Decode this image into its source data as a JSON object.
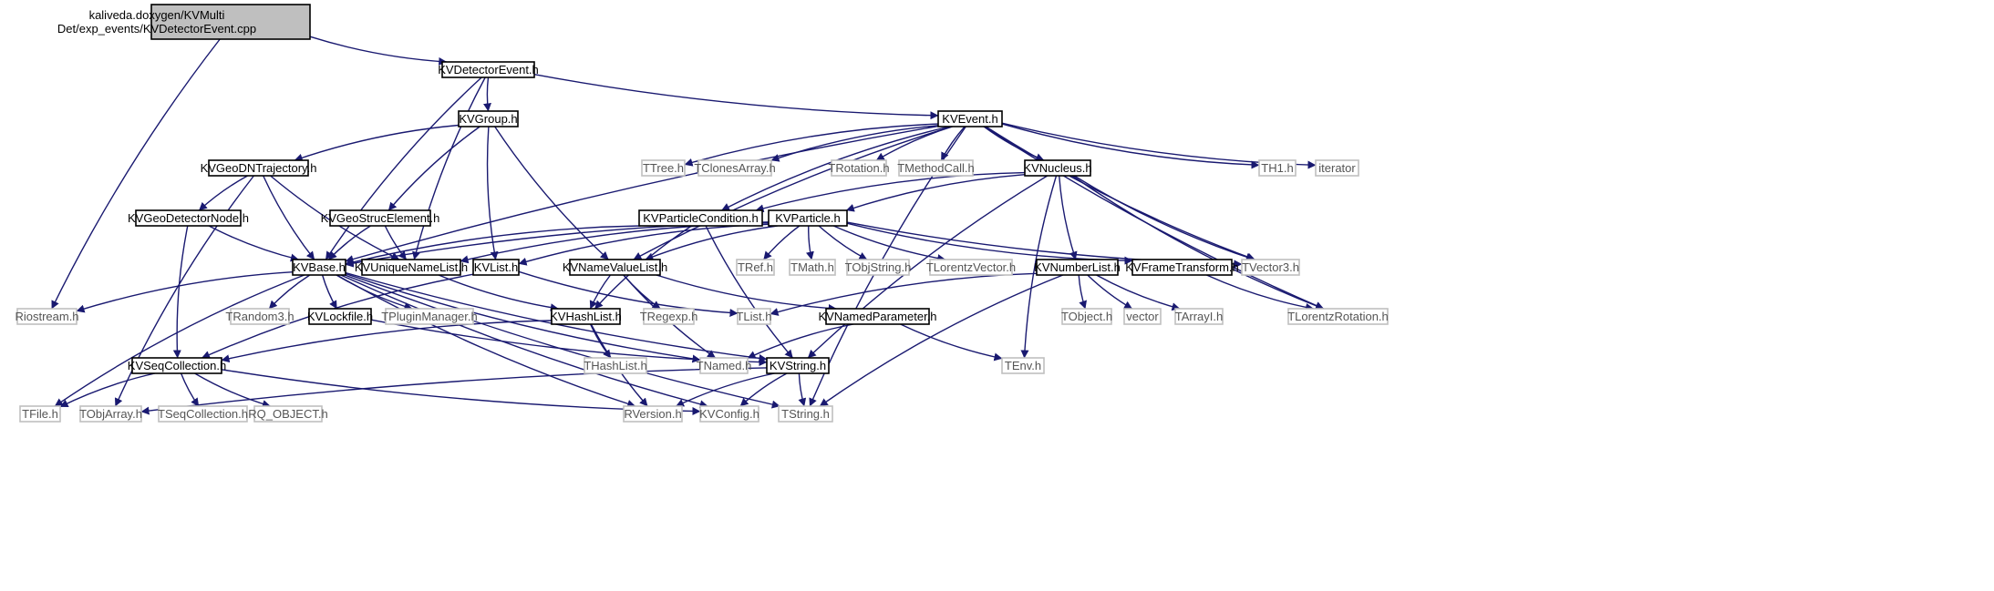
{
  "diagram": {
    "type": "include-dependency-graph",
    "colors": {
      "edge": "#191970",
      "root_fill": "#bfbfbf",
      "documented_border": "#000000",
      "external_border": "#bfbfbf",
      "external_text": "#555555"
    },
    "nodes": [
      {
        "id": "root",
        "lines": [
          "kaliveda.doxygen/KVMulti",
          "Det/exp_events/KVDetectorEvent.cpp"
        ],
        "kind": "main"
      },
      {
        "id": "kvdetectorevent",
        "lines": [
          "KVDetectorEvent.h"
        ],
        "kind": "doc"
      },
      {
        "id": "kvgroup",
        "lines": [
          "KVGroup.h"
        ],
        "kind": "doc"
      },
      {
        "id": "kvevent",
        "lines": [
          "KVEvent.h"
        ],
        "kind": "doc"
      },
      {
        "id": "kvgeodntrajectory",
        "lines": [
          "KVGeoDNTrajectory.h"
        ],
        "kind": "doc"
      },
      {
        "id": "ttree",
        "lines": [
          "TTree.h"
        ],
        "kind": "ext"
      },
      {
        "id": "tclonesarray",
        "lines": [
          "TClonesArray.h"
        ],
        "kind": "ext"
      },
      {
        "id": "trotation",
        "lines": [
          "TRotation.h"
        ],
        "kind": "ext"
      },
      {
        "id": "tmethodcall",
        "lines": [
          "TMethodCall.h"
        ],
        "kind": "ext"
      },
      {
        "id": "kvnucleus",
        "lines": [
          "KVNucleus.h"
        ],
        "kind": "doc"
      },
      {
        "id": "th1",
        "lines": [
          "TH1.h"
        ],
        "kind": "ext"
      },
      {
        "id": "iterator",
        "lines": [
          "iterator"
        ],
        "kind": "ext"
      },
      {
        "id": "kvgeodetectornode",
        "lines": [
          "KVGeoDetectorNode.h"
        ],
        "kind": "doc"
      },
      {
        "id": "kvgeostrucelement",
        "lines": [
          "KVGeoStrucElement.h"
        ],
        "kind": "doc"
      },
      {
        "id": "kvparticlecondition",
        "lines": [
          "KVParticleCondition.h"
        ],
        "kind": "doc"
      },
      {
        "id": "kvparticle",
        "lines": [
          "KVParticle.h"
        ],
        "kind": "doc"
      },
      {
        "id": "kvbase",
        "lines": [
          "KVBase.h"
        ],
        "kind": "doc"
      },
      {
        "id": "kvuniquenamelist",
        "lines": [
          "KVUniqueNameList.h"
        ],
        "kind": "doc"
      },
      {
        "id": "kvlist",
        "lines": [
          "KVList.h"
        ],
        "kind": "doc"
      },
      {
        "id": "kvnamevaluelist",
        "lines": [
          "KVNameValueList.h"
        ],
        "kind": "doc"
      },
      {
        "id": "tref",
        "lines": [
          "TRef.h"
        ],
        "kind": "ext"
      },
      {
        "id": "tmath",
        "lines": [
          "TMath.h"
        ],
        "kind": "ext"
      },
      {
        "id": "tobjstring",
        "lines": [
          "TObjString.h"
        ],
        "kind": "ext"
      },
      {
        "id": "tlorentzvector",
        "lines": [
          "TLorentzVector.h"
        ],
        "kind": "ext"
      },
      {
        "id": "kvnumberlist",
        "lines": [
          "KVNumberList.h"
        ],
        "kind": "doc"
      },
      {
        "id": "kvframetransform",
        "lines": [
          "KVFrameTransform.h"
        ],
        "kind": "doc"
      },
      {
        "id": "tvector3",
        "lines": [
          "TVector3.h"
        ],
        "kind": "ext"
      },
      {
        "id": "riostream",
        "lines": [
          "Riostream.h"
        ],
        "kind": "ext"
      },
      {
        "id": "trandom3",
        "lines": [
          "TRandom3.h"
        ],
        "kind": "ext"
      },
      {
        "id": "kvlockfile",
        "lines": [
          "KVLockfile.h"
        ],
        "kind": "doc"
      },
      {
        "id": "tpluginmanager",
        "lines": [
          "TPluginManager.h"
        ],
        "kind": "ext"
      },
      {
        "id": "kvhashlist",
        "lines": [
          "KVHashList.h"
        ],
        "kind": "doc"
      },
      {
        "id": "tregexp",
        "lines": [
          "TRegexp.h"
        ],
        "kind": "ext"
      },
      {
        "id": "tlist",
        "lines": [
          "TList.h"
        ],
        "kind": "ext"
      },
      {
        "id": "kvnamedparameter",
        "lines": [
          "KVNamedParameter.h"
        ],
        "kind": "doc"
      },
      {
        "id": "tobject",
        "lines": [
          "TObject.h"
        ],
        "kind": "ext"
      },
      {
        "id": "vector",
        "lines": [
          "vector"
        ],
        "kind": "ext"
      },
      {
        "id": "tarrayi",
        "lines": [
          "TArrayI.h"
        ],
        "kind": "ext"
      },
      {
        "id": "tlorentzrotation",
        "lines": [
          "TLorentzRotation.h"
        ],
        "kind": "ext"
      },
      {
        "id": "kvseqcollection",
        "lines": [
          "KVSeqCollection.h"
        ],
        "kind": "doc"
      },
      {
        "id": "thashlist",
        "lines": [
          "THashList.h"
        ],
        "kind": "ext"
      },
      {
        "id": "tnamed",
        "lines": [
          "TNamed.h"
        ],
        "kind": "ext"
      },
      {
        "id": "kvstring",
        "lines": [
          "KVString.h"
        ],
        "kind": "doc"
      },
      {
        "id": "tenv",
        "lines": [
          "TEnv.h"
        ],
        "kind": "ext"
      },
      {
        "id": "tfile",
        "lines": [
          "TFile.h"
        ],
        "kind": "ext"
      },
      {
        "id": "tobjarray",
        "lines": [
          "TObjArray.h"
        ],
        "kind": "ext"
      },
      {
        "id": "tseqcollection",
        "lines": [
          "TSeqCollection.h"
        ],
        "kind": "ext"
      },
      {
        "id": "rq_object",
        "lines": [
          "RQ_OBJECT.h"
        ],
        "kind": "ext"
      },
      {
        "id": "rversion",
        "lines": [
          "RVersion.h"
        ],
        "kind": "ext"
      },
      {
        "id": "kvconfig",
        "lines": [
          "KVConfig.h"
        ],
        "kind": "ext"
      },
      {
        "id": "tstring",
        "lines": [
          "TString.h"
        ],
        "kind": "ext"
      }
    ],
    "edges": [
      [
        "root",
        "kvdetectorevent"
      ],
      [
        "root",
        "riostream"
      ],
      [
        "kvdetectorevent",
        "kvgroup"
      ],
      [
        "kvdetectorevent",
        "kvevent"
      ],
      [
        "kvdetectorevent",
        "kvbase"
      ],
      [
        "kvdetectorevent",
        "kvuniquenamelist"
      ],
      [
        "kvgroup",
        "kvgeodntrajectory"
      ],
      [
        "kvgroup",
        "kvgeostrucelement"
      ],
      [
        "kvgroup",
        "kvlist"
      ],
      [
        "kvgroup",
        "kvnamevaluelist"
      ],
      [
        "kvevent",
        "ttree"
      ],
      [
        "kvevent",
        "tclonesarray"
      ],
      [
        "kvevent",
        "trotation"
      ],
      [
        "kvevent",
        "tmethodcall"
      ],
      [
        "kvevent",
        "kvnucleus"
      ],
      [
        "kvevent",
        "th1"
      ],
      [
        "kvevent",
        "iterator"
      ],
      [
        "kvevent",
        "kvbase"
      ],
      [
        "kvevent",
        "kvnamevaluelist"
      ],
      [
        "kvevent",
        "kvparticlecondition"
      ],
      [
        "kvevent",
        "tvector3"
      ],
      [
        "kvevent",
        "tlorentzrotation"
      ],
      [
        "kvevent",
        "tstring"
      ],
      [
        "kvgeodntrajectory",
        "kvgeodetectornode"
      ],
      [
        "kvgeodntrajectory",
        "kvbase"
      ],
      [
        "kvgeodntrajectory",
        "kvuniquenamelist"
      ],
      [
        "kvgeodntrajectory",
        "tobjarray"
      ],
      [
        "kvgeodetectornode",
        "kvbase"
      ],
      [
        "kvgeodetectornode",
        "kvseqcollection"
      ],
      [
        "kvgeostrucelement",
        "kvbase"
      ],
      [
        "kvgeostrucelement",
        "kvuniquenamelist"
      ],
      [
        "kvnucleus",
        "kvparticle"
      ],
      [
        "kvnucleus",
        "kvparticlecondition"
      ],
      [
        "kvnucleus",
        "kvnumberlist"
      ],
      [
        "kvnucleus",
        "tvector3"
      ],
      [
        "kvnucleus",
        "tlorentzrotation"
      ],
      [
        "kvnucleus",
        "tenv"
      ],
      [
        "kvnucleus",
        "kvstring"
      ],
      [
        "kvparticlecondition",
        "kvbase"
      ],
      [
        "kvparticlecondition",
        "kvhashlist"
      ],
      [
        "kvparticlecondition",
        "kvstring"
      ],
      [
        "kvparticle",
        "kvbase"
      ],
      [
        "kvparticle",
        "kvuniquenamelist"
      ],
      [
        "kvparticle",
        "kvlist"
      ],
      [
        "kvparticle",
        "kvnamevaluelist"
      ],
      [
        "kvparticle",
        "tref"
      ],
      [
        "kvparticle",
        "tmath"
      ],
      [
        "kvparticle",
        "tobjstring"
      ],
      [
        "kvparticle",
        "tlorentzvector"
      ],
      [
        "kvparticle",
        "kvframetransform"
      ],
      [
        "kvparticle",
        "tvector3"
      ],
      [
        "kvbase",
        "riostream"
      ],
      [
        "kvbase",
        "trandom3"
      ],
      [
        "kvbase",
        "kvlockfile"
      ],
      [
        "kvbase",
        "tpluginmanager"
      ],
      [
        "kvbase",
        "tfile"
      ],
      [
        "kvbase",
        "tnamed"
      ],
      [
        "kvbase",
        "rversion"
      ],
      [
        "kvbase",
        "kvconfig"
      ],
      [
        "kvbase",
        "tstring"
      ],
      [
        "kvbase",
        "kvstring"
      ],
      [
        "kvuniquenamelist",
        "kvhashlist"
      ],
      [
        "kvlist",
        "kvseqcollection"
      ],
      [
        "kvlist",
        "tlist"
      ],
      [
        "kvnamevaluelist",
        "kvhashlist"
      ],
      [
        "kvnamevaluelist",
        "tregexp"
      ],
      [
        "kvnamevaluelist",
        "kvnamedparameter"
      ],
      [
        "kvnamevaluelist",
        "tnamed"
      ],
      [
        "kvlockfile",
        "kvstring"
      ],
      [
        "kvhashlist",
        "kvseqcollection"
      ],
      [
        "kvhashlist",
        "thashlist"
      ],
      [
        "kvhashlist",
        "rversion"
      ],
      [
        "kvnamedparameter",
        "tnamed"
      ],
      [
        "kvnamedparameter",
        "tenv"
      ],
      [
        "kvnumberlist",
        "tlist"
      ],
      [
        "kvnumberlist",
        "tobject"
      ],
      [
        "kvnumberlist",
        "vector"
      ],
      [
        "kvnumberlist",
        "tarrayi"
      ],
      [
        "kvnumberlist",
        "tstring"
      ],
      [
        "kvframetransform",
        "tlorentzrotation"
      ],
      [
        "kvseqcollection",
        "tfile"
      ],
      [
        "kvseqcollection",
        "tseqcollection"
      ],
      [
        "kvseqcollection",
        "rq_object"
      ],
      [
        "kvseqcollection",
        "kvconfig"
      ],
      [
        "kvstring",
        "tobjarray"
      ],
      [
        "kvstring",
        "rversion"
      ],
      [
        "kvstring",
        "kvconfig"
      ],
      [
        "kvstring",
        "tstring"
      ]
    ]
  }
}
